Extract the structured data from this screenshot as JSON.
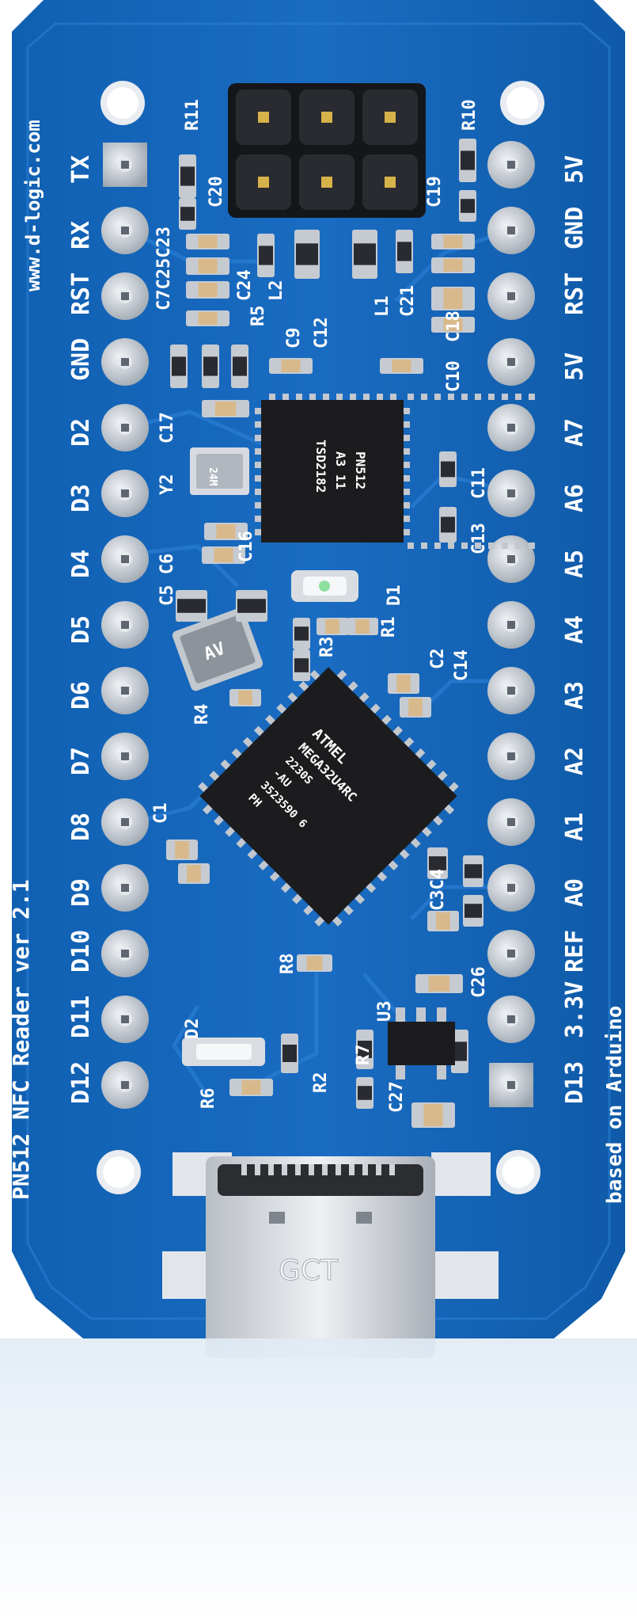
{
  "board": {
    "website": "www.d-logic.com",
    "model": "PN512 NFC Reader ver 2.1",
    "based_on": "based on Arduino",
    "usb_brand": "GCT",
    "mcu_marking": [
      "ATMEL",
      "MEGA32U4RC",
      "2230S",
      "-AU",
      "3523590 6",
      "PH"
    ],
    "nfc_marking": [
      "TSD2182",
      "A3 11",
      "PN512"
    ],
    "crystal_marking": "AV",
    "y2_marking": "24M"
  },
  "left_pins": [
    "TX",
    "RX",
    "RST",
    "GND",
    "D2",
    "D3",
    "D4",
    "D5",
    "D6",
    "D7",
    "D8",
    "D9",
    "D10",
    "D11",
    "D12"
  ],
  "right_pins": [
    "5V",
    "GND",
    "RST",
    "5V",
    "A7",
    "A6",
    "A5",
    "A4",
    "A3",
    "A2",
    "A1",
    "A0",
    "REF",
    "3.3V",
    "D13"
  ],
  "designators": {
    "r11": "R11",
    "r10": "R10",
    "c20": "C20",
    "c19": "C19",
    "c25c23": "C7C25C23",
    "c24": "C24",
    "l2": "L2",
    "l1": "L1",
    "c21": "C21",
    "r5": "R5",
    "c9": "C9",
    "c12": "C12",
    "c18": "C18",
    "c10": "C10",
    "c17": "C17",
    "y2": "Y2",
    "c11": "C11",
    "c13": "C13",
    "c16": "C16",
    "c5c6": "C5 C6",
    "d1": "D1",
    "r1": "R1",
    "r3": "R3",
    "c2": "C2",
    "c14": "C14",
    "r4": "R4",
    "c1": "C1",
    "c3c4": "C3C4",
    "c26": "C26",
    "r8": "R8",
    "u3": "U3",
    "d2": "D2",
    "r7": "R7",
    "r2": "R2",
    "r6": "R6",
    "c27": "C27"
  },
  "colors": {
    "pcb": "#1565b8",
    "pcb_dark": "#0f4f96",
    "silk": "#ffffff",
    "pad": "#c9ced6",
    "chip": "#1c1c1e"
  }
}
